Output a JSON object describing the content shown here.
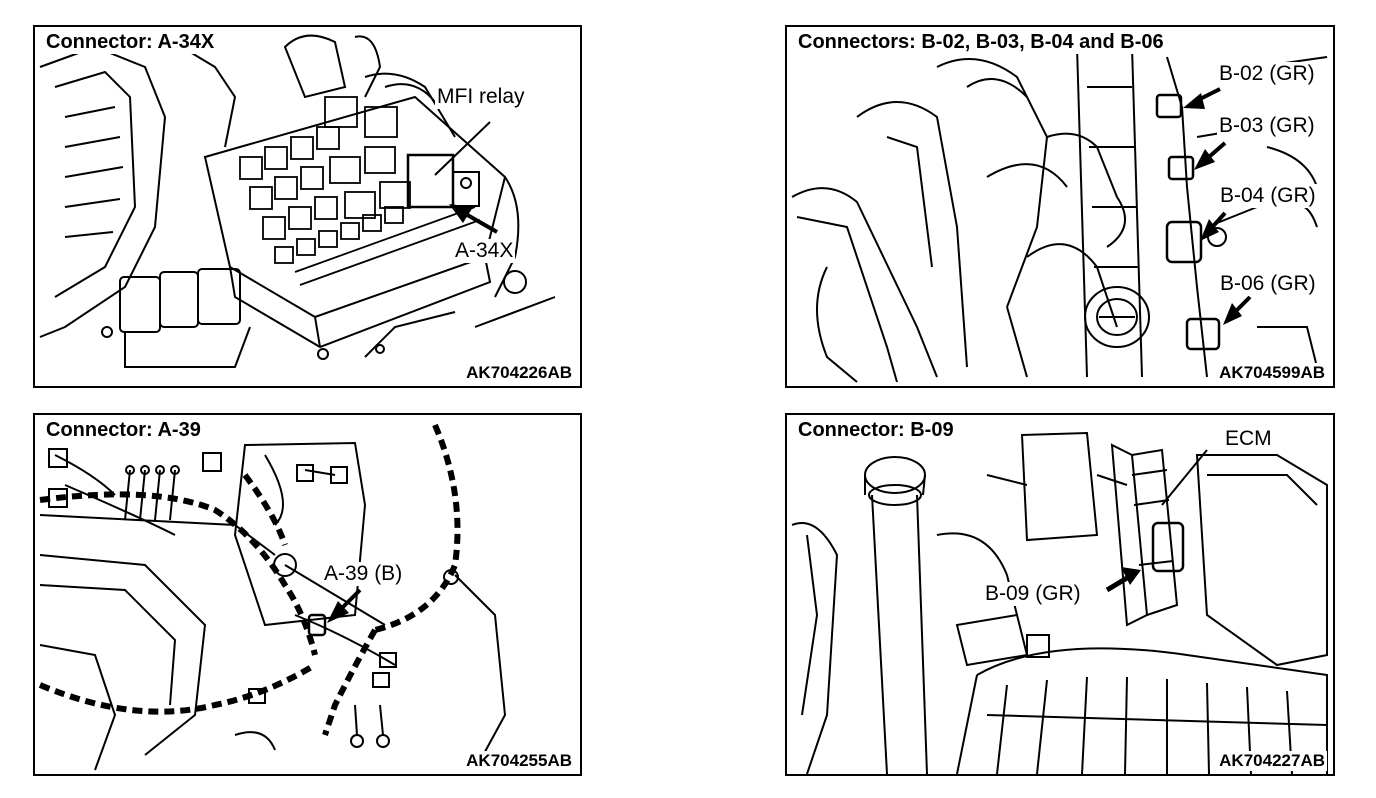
{
  "panels": [
    {
      "title": "Connector: A-34X",
      "code": "AK704226AB",
      "labels": [
        "MFI relay",
        "A-34X"
      ]
    },
    {
      "title": "Connectors: B-02, B-03, B-04 and B-06",
      "code": "AK704599AB",
      "labels": [
        "B-02 (GR)",
        "B-03 (GR)",
        "B-04 (GR)",
        "B-06 (GR)"
      ]
    },
    {
      "title": "Connector: A-39",
      "code": "AK704255AB",
      "labels": [
        "A-39 (B)"
      ]
    },
    {
      "title": "Connector: B-09",
      "code": "AK704227AB",
      "labels": [
        "ECM",
        "B-09 (GR)"
      ]
    }
  ]
}
